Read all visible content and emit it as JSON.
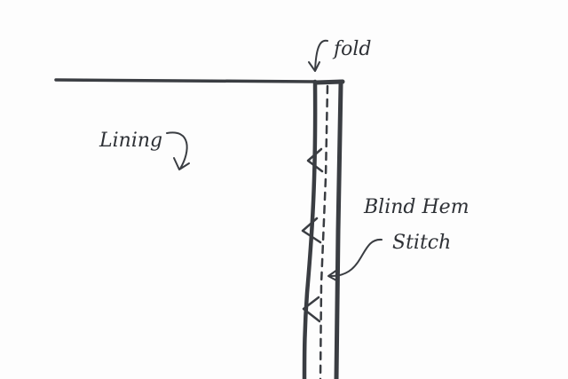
{
  "labels": {
    "fold": "fold",
    "lining": "Lining",
    "blind_hem": "Blind Hem",
    "stitch": "Stitch"
  },
  "colors": {
    "ink": "#3a3d42",
    "paper": "#fdfdfd"
  }
}
